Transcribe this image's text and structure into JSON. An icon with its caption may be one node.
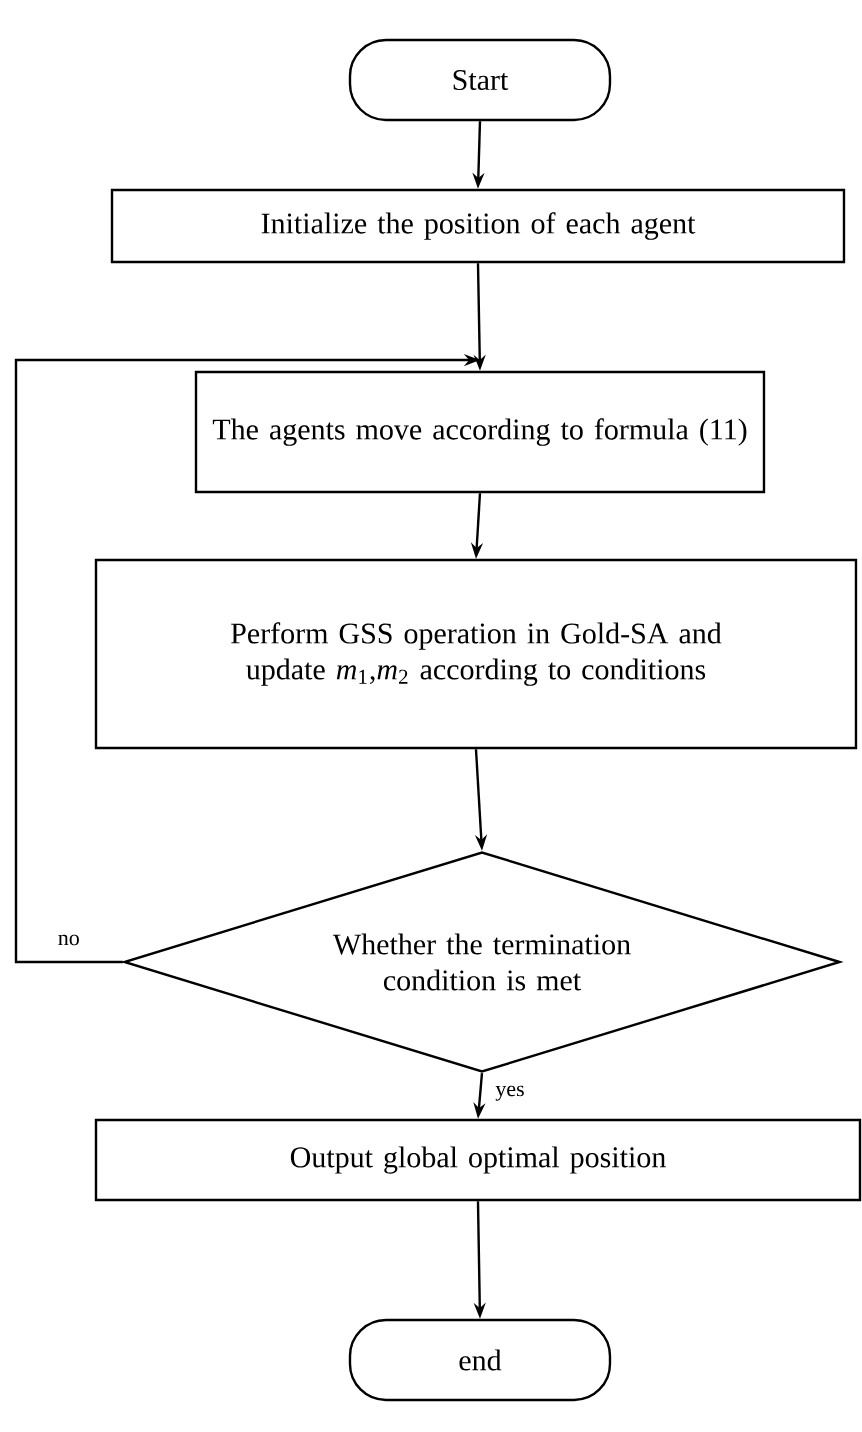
{
  "diagram": {
    "nodes": [
      {
        "text": [
          "Start"
        ]
      },
      {
        "text": [
          "Initialize the position of each agent"
        ]
      },
      {
        "text": [
          "The agents move according to formula (11)"
        ]
      },
      {
        "text": [
          "Perform GSS operation in Gold-SA and update *m*$_{1}$,*m*$_{2}$ according to conditions"
        ]
      },
      {
        "text": [
          "Whether the termination condition is met"
        ]
      },
      {
        "text": [
          "Output global optimal position"
        ]
      },
      {
        "text": [
          "end"
        ]
      }
    ],
    "edges": [
      {
        "from": 0,
        "to": 1,
        "arrow": "to"
      },
      {
        "from": 1,
        "to": 2,
        "arrow": "to"
      },
      {
        "from": 2,
        "to": 3,
        "arrow": "to"
      },
      {
        "from": 3,
        "to": 4,
        "arrow": "to"
      },
      {
        "from": 4,
        "to": 5,
        "arrow": "to",
        "label": "yes"
      },
      {
        "from": 5,
        "to": 6,
        "arrow": "to"
      },
      {
        "from": 4,
        "to": 2,
        "arrow": "to",
        "label": "no"
      }
    ]
  }
}
